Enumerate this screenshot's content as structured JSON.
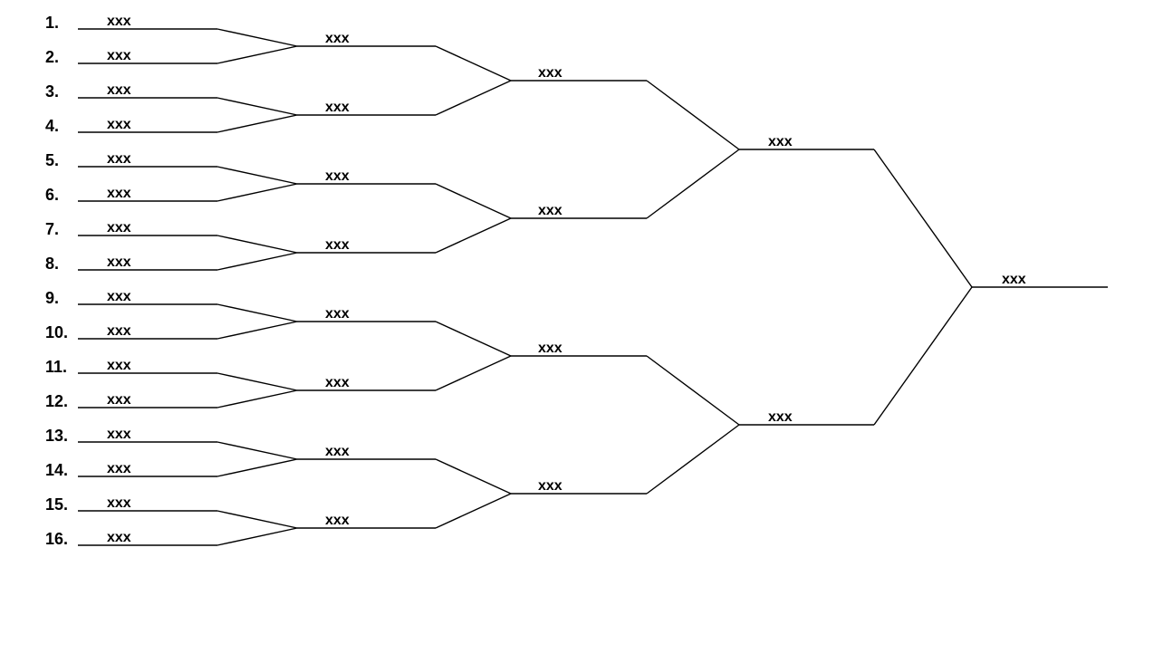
{
  "seeds": [
    "1.",
    "2.",
    "3.",
    "4.",
    "5.",
    "6.",
    "7.",
    "8.",
    "9.",
    "10.",
    "11.",
    "12.",
    "13.",
    "14.",
    "15.",
    "16."
  ],
  "rounds": [
    {
      "slots": [
        "xxx",
        "xxx",
        "xxx",
        "xxx",
        "xxx",
        "xxx",
        "xxx",
        "xxx",
        "xxx",
        "xxx",
        "xxx",
        "xxx",
        "xxx",
        "xxx",
        "xxx",
        "xxx"
      ]
    },
    {
      "slots": [
        "xxx",
        "xxx",
        "xxx",
        "xxx",
        "xxx",
        "xxx",
        "xxx",
        "xxx"
      ]
    },
    {
      "slots": [
        "xxx",
        "xxx",
        "xxx",
        "xxx"
      ]
    },
    {
      "slots": [
        "xxx",
        "xxx"
      ]
    },
    {
      "slots": [
        "xxx"
      ]
    }
  ],
  "colors": {
    "line": "#000000",
    "text": "#000000",
    "background": "#ffffff"
  }
}
